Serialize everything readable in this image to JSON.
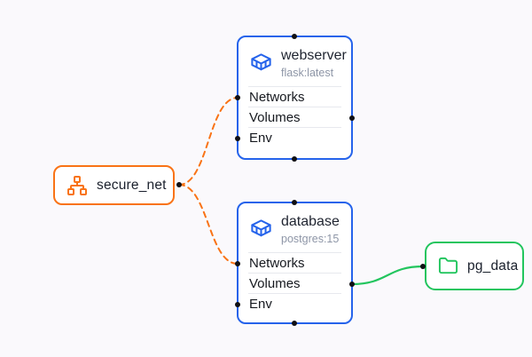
{
  "colors": {
    "background": "#faf9fc",
    "service_accent": "#2563eb",
    "network_accent": "#f97316",
    "volume_accent": "#22c55e",
    "node_background": "#ffffff",
    "handle": "#101014",
    "title_text": "#1f2430",
    "subtitle_text": "#8e96a7",
    "row_text": "#16191f"
  },
  "nodes": {
    "secure_net": {
      "label": "secure_net",
      "kind": "network"
    },
    "webserver": {
      "title": "webserver",
      "image": "flask:latest",
      "kind": "service",
      "sections": [
        "Networks",
        "Volumes",
        "Env"
      ]
    },
    "database": {
      "title": "database",
      "image": "postgres:15",
      "kind": "service",
      "sections": [
        "Networks",
        "Volumes",
        "Env"
      ]
    },
    "pg_data": {
      "label": "pg_data",
      "kind": "volume"
    }
  },
  "edges": [
    {
      "source": "secure_net",
      "target": "webserver",
      "target_section": "Networks",
      "style": "dashed",
      "color": "#f97316"
    },
    {
      "source": "secure_net",
      "target": "database",
      "target_section": "Networks",
      "style": "dashed",
      "color": "#f97316"
    },
    {
      "source": "database",
      "source_section": "Volumes",
      "target": "pg_data",
      "style": "solid",
      "color": "#22c55e"
    }
  ]
}
